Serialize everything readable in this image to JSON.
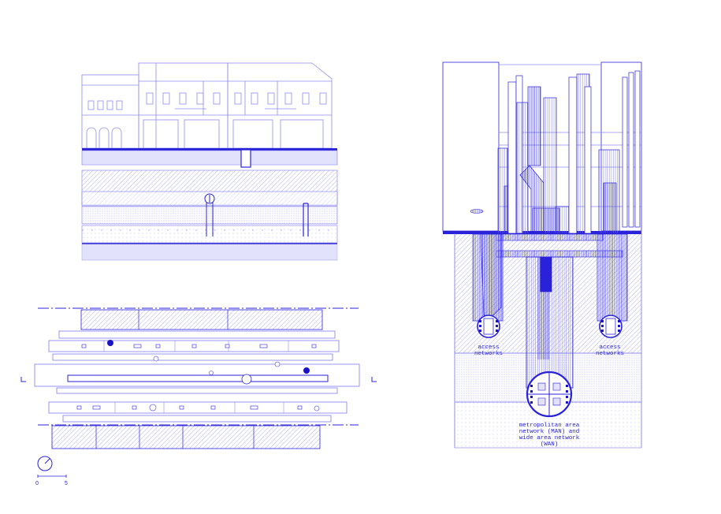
{
  "colors": {
    "ink": "#2a22d8",
    "ink_light": "#8f8cf0",
    "ink_faint": "#c9c8f8",
    "ink_dark": "#1a12c8",
    "background": "#ffffff"
  },
  "labels": {
    "access_left": "access\nnetworks",
    "access_right": "access\nnetworks",
    "man_wan": "metropolitan area\nnetwork (MAN) and\nwide area network\n(WAN)"
  },
  "scale_bar": {
    "start": "0",
    "end": "5"
  },
  "icons": {
    "north_arrow": "north-arrow-icon"
  }
}
